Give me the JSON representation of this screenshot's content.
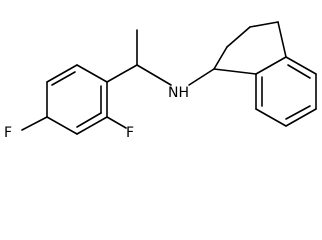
{
  "molecule": {
    "atoms": {
      "fluorine_para": "F",
      "fluorine_ortho": "F",
      "amine": "NH"
    }
  }
}
